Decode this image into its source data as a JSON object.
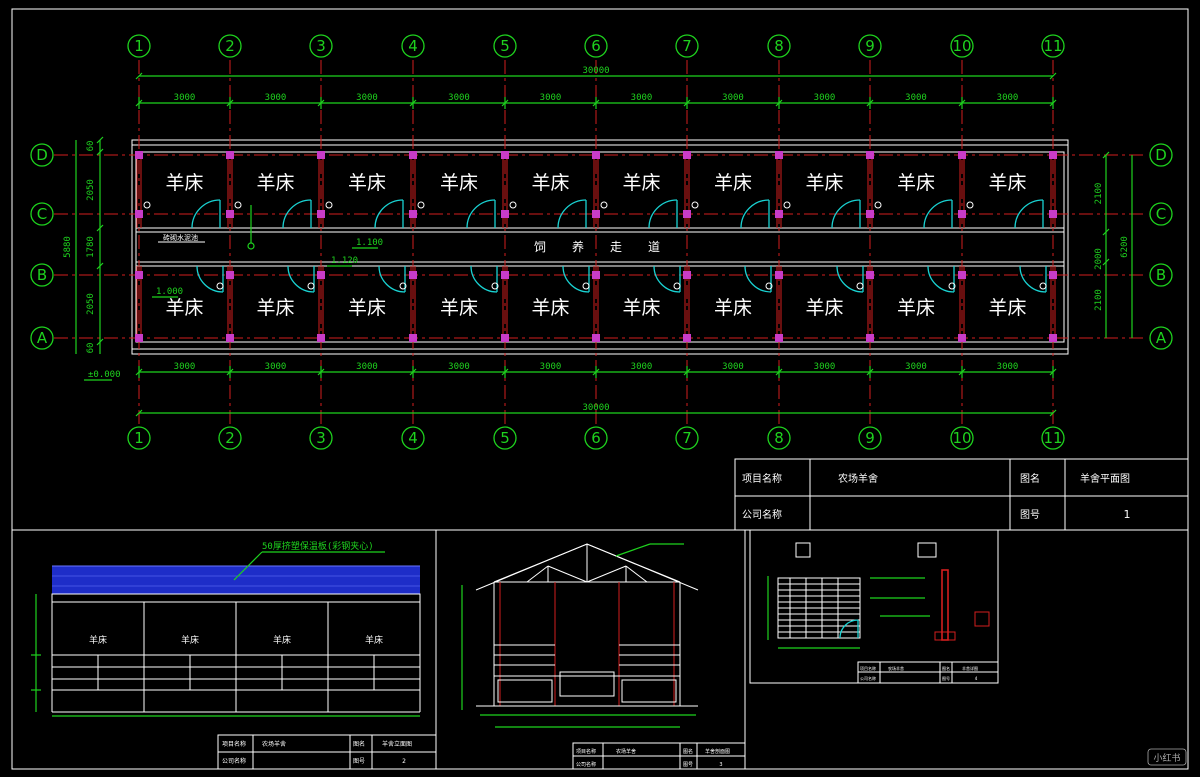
{
  "axes": {
    "numbers": [
      "1",
      "2",
      "3",
      "4",
      "5",
      "6",
      "7",
      "8",
      "9",
      "10",
      "11"
    ],
    "letters": [
      "D",
      "C",
      "B",
      "A"
    ]
  },
  "dimensions": {
    "total": "30000",
    "bay": "3000",
    "left_vertical": [
      "60",
      "2050",
      "1780",
      "2050",
      "60"
    ],
    "left_total": "5880",
    "right_vertical": [
      "2100",
      "2000",
      "2100"
    ],
    "right_total": "6200"
  },
  "plan": {
    "pen_label": "羊床",
    "corridor_label": "饲   养   走   道",
    "levels": [
      "1.100",
      "1.120",
      "1.000",
      "±0.000"
    ],
    "note": "砖砌水泥池"
  },
  "title_block": {
    "project_label": "项目名称",
    "project_value": "农场羊舍",
    "drawing_label": "图名",
    "drawing_value": "羊舍平面图",
    "company_label": "公司名称",
    "number_label": "图号",
    "number_value": "1"
  },
  "elevation": {
    "roof_note": "50厚挤塑保温板(彩钢夹心)",
    "pen_label": "羊床",
    "title_block": {
      "project_label": "项目名称",
      "project_value": "农场羊舍",
      "drawing_label": "图名",
      "drawing_value": "羊舍立面图",
      "company_label": "公司名称",
      "number_label": "图号",
      "number_value": "2"
    }
  },
  "section": {
    "title_block": {
      "project_label": "项目名称",
      "project_value": "农场羊舍",
      "drawing_label": "图名",
      "drawing_value": "羊舍剖面图",
      "company_label": "公司名称",
      "number_label": "图号",
      "number_value": "3"
    }
  },
  "detail": {
    "title_block": {
      "project_label": "项目名称",
      "project_value": "农场羊舍",
      "drawing_label": "图名",
      "drawing_value": "羊舍详图",
      "company_label": "公司名称",
      "number_label": "图号",
      "number_value": "4"
    }
  },
  "watermark": "小红书"
}
